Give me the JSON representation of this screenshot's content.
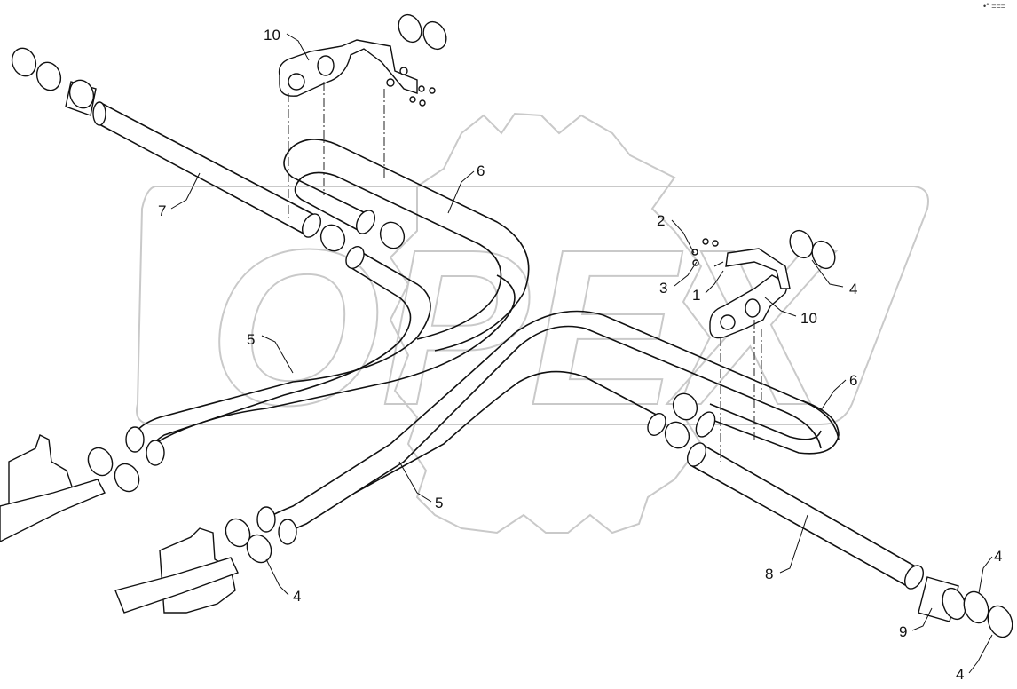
{
  "watermark": {
    "text": "OPEX"
  },
  "corner_mark": {
    "text": "•° ==="
  },
  "callouts": {
    "c1": "1",
    "c2": "2",
    "c3": "3",
    "c4a": "4",
    "c4b": "4",
    "c4c": "4",
    "c4d": "4",
    "c5a": "5",
    "c5b": "5",
    "c6a": "6",
    "c6b": "6",
    "c7": "7",
    "c8": "8",
    "c9": "9",
    "c10a": "10",
    "c10b": "10"
  },
  "colors": {
    "line": "#111111",
    "watermark": "#c9c9c9",
    "background": "#ffffff"
  }
}
